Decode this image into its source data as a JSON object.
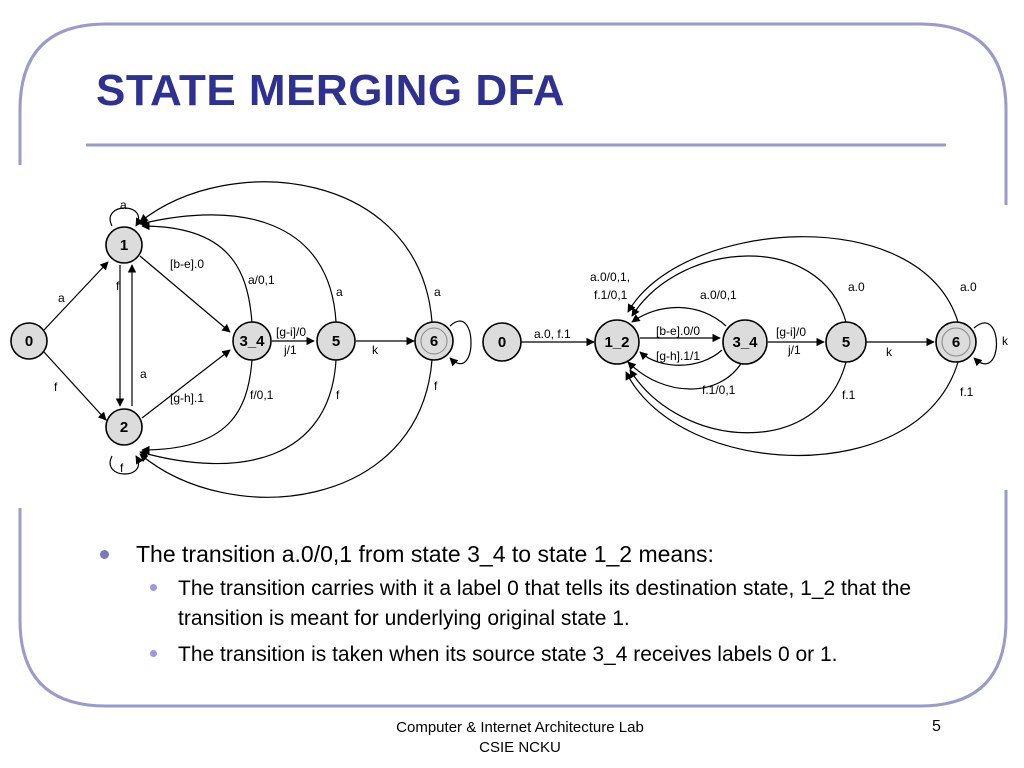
{
  "title": "STATE MERGING DFA",
  "left_dfa": {
    "states": [
      "0",
      "1",
      "2",
      "3_4",
      "5",
      "6"
    ],
    "labels": {
      "self_1": "a",
      "self_2": "f",
      "e_0_1": "a",
      "e_0_2": "f",
      "e_1_2": "f",
      "e_2_1": "a",
      "e_1_34": "[b-e].0",
      "e_2_34": "[g-h].1",
      "e_34_1": "a/0,1",
      "e_34_2": "f/0,1",
      "e_34_5_top": "[g-i]/0",
      "e_34_5_bot": "j/1",
      "e_5_1": "a",
      "e_5_2": "f",
      "e_5_6": "k",
      "e_6_1": "a",
      "e_6_2": "f"
    }
  },
  "right_dfa": {
    "states": [
      "0",
      "1_2",
      "3_4",
      "5",
      "6"
    ],
    "labels": {
      "e_0_12": "a.0, f.1",
      "e_34_12_upper_a": "a.0/0,1,",
      "e_34_12_upper_b": "f.1/0,1",
      "e_34_12_top": "a.0/0,1",
      "e_12_34_top": "[b-e].0/0",
      "e_12_34_bot": "[g-h].1/1",
      "e_34_12_low": "f.1/0,1",
      "e_34_5_top": "[g-i]/0",
      "e_34_5_bot": "j/1",
      "e_5_6": "k",
      "e_5_12_top": "a.0",
      "e_5_12_bot": "f.1",
      "e_6_12_top": "a.0",
      "e_6_12_bot": "f.1",
      "self_6": "k"
    }
  },
  "bullets": [
    {
      "text": "The transition a.0/0,1 from state 3_4 to state 1_2 means:",
      "sub": [
        "The transition carries with it a label 0 that tells its destination state, 1_2 that the transition is meant for underlying original state 1.",
        "The transition is taken when its source state 3_4 receives labels 0 or 1."
      ]
    }
  ],
  "footer": {
    "line1": "Computer & Internet Architecture Lab",
    "line2": "CSIE NCKU"
  },
  "page_number": "5",
  "colors": {
    "title": "#2e3192",
    "frame": "#9a9acc",
    "rule": "#9a9acc",
    "node_fill": "#dcdcdc"
  }
}
